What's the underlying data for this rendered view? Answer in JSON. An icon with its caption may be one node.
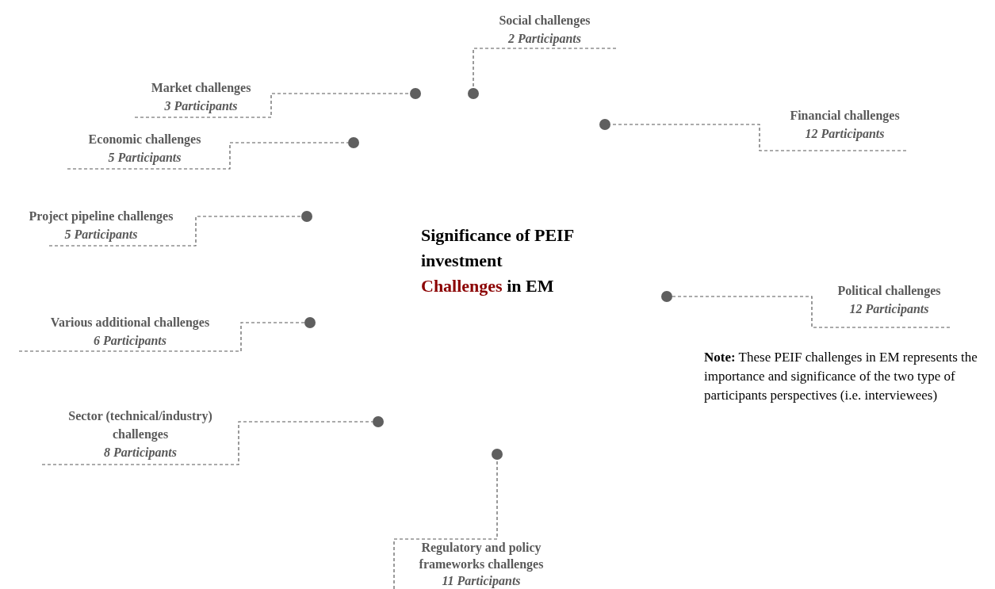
{
  "diagram": {
    "nodes": [
      {
        "text": [
          "Significance of PEIF investment **Challenges** in EM"
        ]
      },
      {
        "text": [
          "Social challenges",
          "2 Participants"
        ]
      },
      {
        "text": [
          "Market challenges",
          "3 Participants"
        ]
      },
      {
        "text": [
          "Economic challenges",
          "5 Participants"
        ]
      },
      {
        "text": [
          "Financial challenges",
          "12 Participants"
        ]
      },
      {
        "text": [
          "Project pipeline challenges",
          "5 Participants"
        ]
      },
      {
        "text": [
          "Political challenges",
          "12 Participants"
        ]
      },
      {
        "text": [
          "Various additional challenges",
          "6 Participants"
        ]
      },
      {
        "text": [
          "Sector (technical/industry) challenges",
          "8 Participants"
        ]
      },
      {
        "text": [
          "Regulatory and policy frameworks challenges",
          "11 Participants"
        ]
      },
      {
        "text": [],
        "shape": "circle"
      },
      {
        "text": [],
        "shape": "circle"
      },
      {
        "text": [],
        "shape": "circle"
      },
      {
        "text": [],
        "shape": "circle"
      },
      {
        "text": [],
        "shape": "circle"
      },
      {
        "text": [],
        "shape": "circle"
      },
      {
        "text": [],
        "shape": "circle"
      },
      {
        "text": [],
        "shape": "circle"
      },
      {
        "text": [],
        "shape": "circle"
      }
    ],
    "edges": [
      {
        "from": 1,
        "to": 10,
        "arrow": "none",
        "style": "dashed"
      },
      {
        "from": 2,
        "to": 11,
        "arrow": "none",
        "style": "dashed"
      },
      {
        "from": 3,
        "to": 12,
        "arrow": "none",
        "style": "dashed"
      },
      {
        "from": 4,
        "to": 13,
        "arrow": "none",
        "style": "dashed"
      },
      {
        "from": 5,
        "to": 14,
        "arrow": "none",
        "style": "dashed"
      },
      {
        "from": 6,
        "to": 15,
        "arrow": "none",
        "style": "dashed"
      },
      {
        "from": 7,
        "to": 16,
        "arrow": "none",
        "style": "dashed"
      },
      {
        "from": 8,
        "to": 17,
        "arrow": "none",
        "style": "dashed"
      },
      {
        "from": 9,
        "to": 18,
        "arrow": "none",
        "style": "dashed"
      }
    ],
    "labels": [
      "**Note:** These PEIF challenges in EM represents the importance and significance of the two type of participants perspectives (i.e. interviewees)"
    ]
  }
}
